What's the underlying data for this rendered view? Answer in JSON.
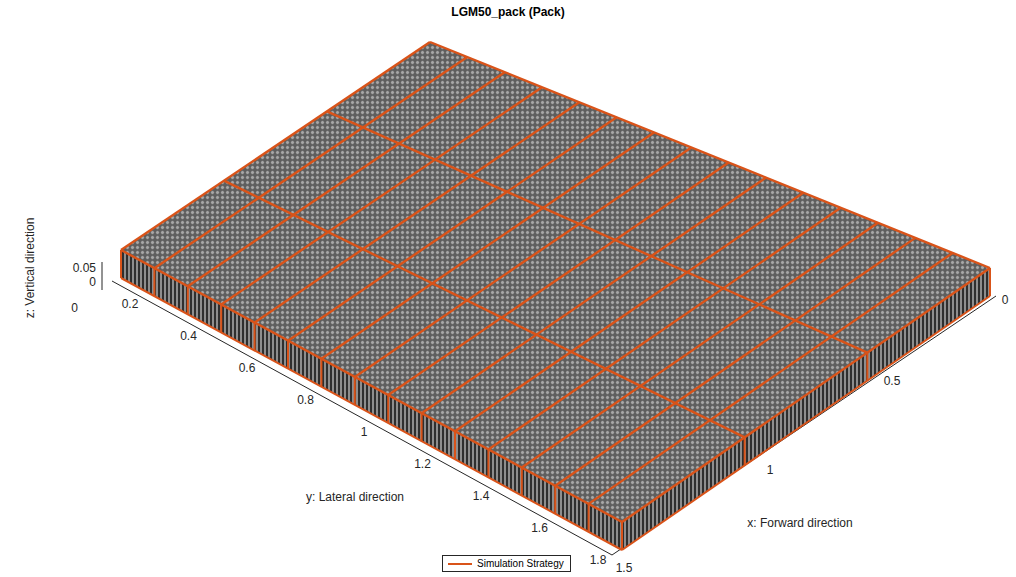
{
  "diagram": {
    "title": "LGM50_pack (Pack)",
    "labels": [
      "z: Vertical direction",
      "0.05",
      "0",
      "0",
      "0.2",
      "0.4",
      "0.6",
      "0.8",
      "1",
      "1.2",
      "1.4",
      "1.6",
      "1.8",
      "y: Lateral direction",
      "1.5",
      "1",
      "0.5",
      "0",
      "x: Forward direction"
    ],
    "legend": [
      {
        "text": "Simulation Strategy"
      }
    ]
  }
}
